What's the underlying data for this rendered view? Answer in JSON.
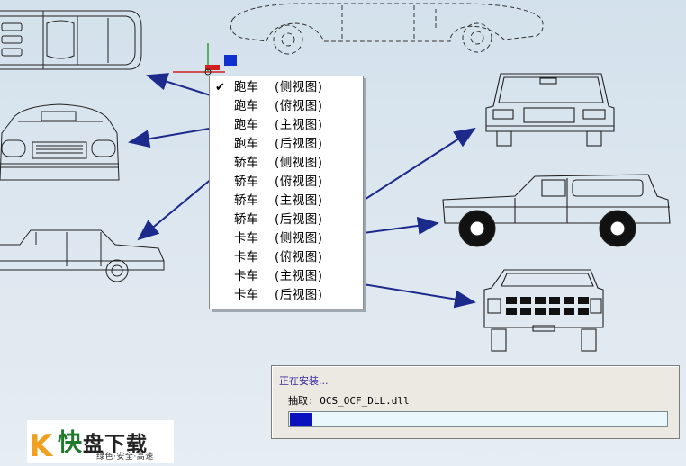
{
  "context_menu": {
    "items": [
      {
        "name": "跑车",
        "view": "(侧视图)",
        "checked": true
      },
      {
        "name": "跑车",
        "view": "(俯视图)",
        "checked": false
      },
      {
        "name": "跑车",
        "view": "(主视图)",
        "checked": false
      },
      {
        "name": "跑车",
        "view": "(后视图)",
        "checked": false
      },
      {
        "name": "轿车",
        "view": "(侧视图)",
        "checked": false
      },
      {
        "name": "轿车",
        "view": "(俯视图)",
        "checked": false
      },
      {
        "name": "轿车",
        "view": "(主视图)",
        "checked": false
      },
      {
        "name": "轿车",
        "view": "(后视图)",
        "checked": false
      },
      {
        "name": "卡车",
        "view": "(侧视图)",
        "checked": false
      },
      {
        "name": "卡车",
        "view": "(俯视图)",
        "checked": false
      },
      {
        "name": "卡车",
        "view": "(主视图)",
        "checked": false
      },
      {
        "name": "卡车",
        "view": "(后视图)",
        "checked": false
      }
    ]
  },
  "install_dialog": {
    "status_text": "正在安装...",
    "extract_text": "抽取: OCS_OCF_DLL.dll",
    "progress_fraction": 0.06
  },
  "watermark": {
    "brand_initial": "K",
    "brand_first": "快",
    "brand_rest": "盘下载",
    "tagline": "绿色·安全·高速"
  },
  "colors": {
    "arrow": "#1c2a8c",
    "progress_fill": "#0a12c0",
    "status_text": "#3a2aa0",
    "logo_green": "#1f7a2a",
    "logo_orange": "#f0a020"
  }
}
